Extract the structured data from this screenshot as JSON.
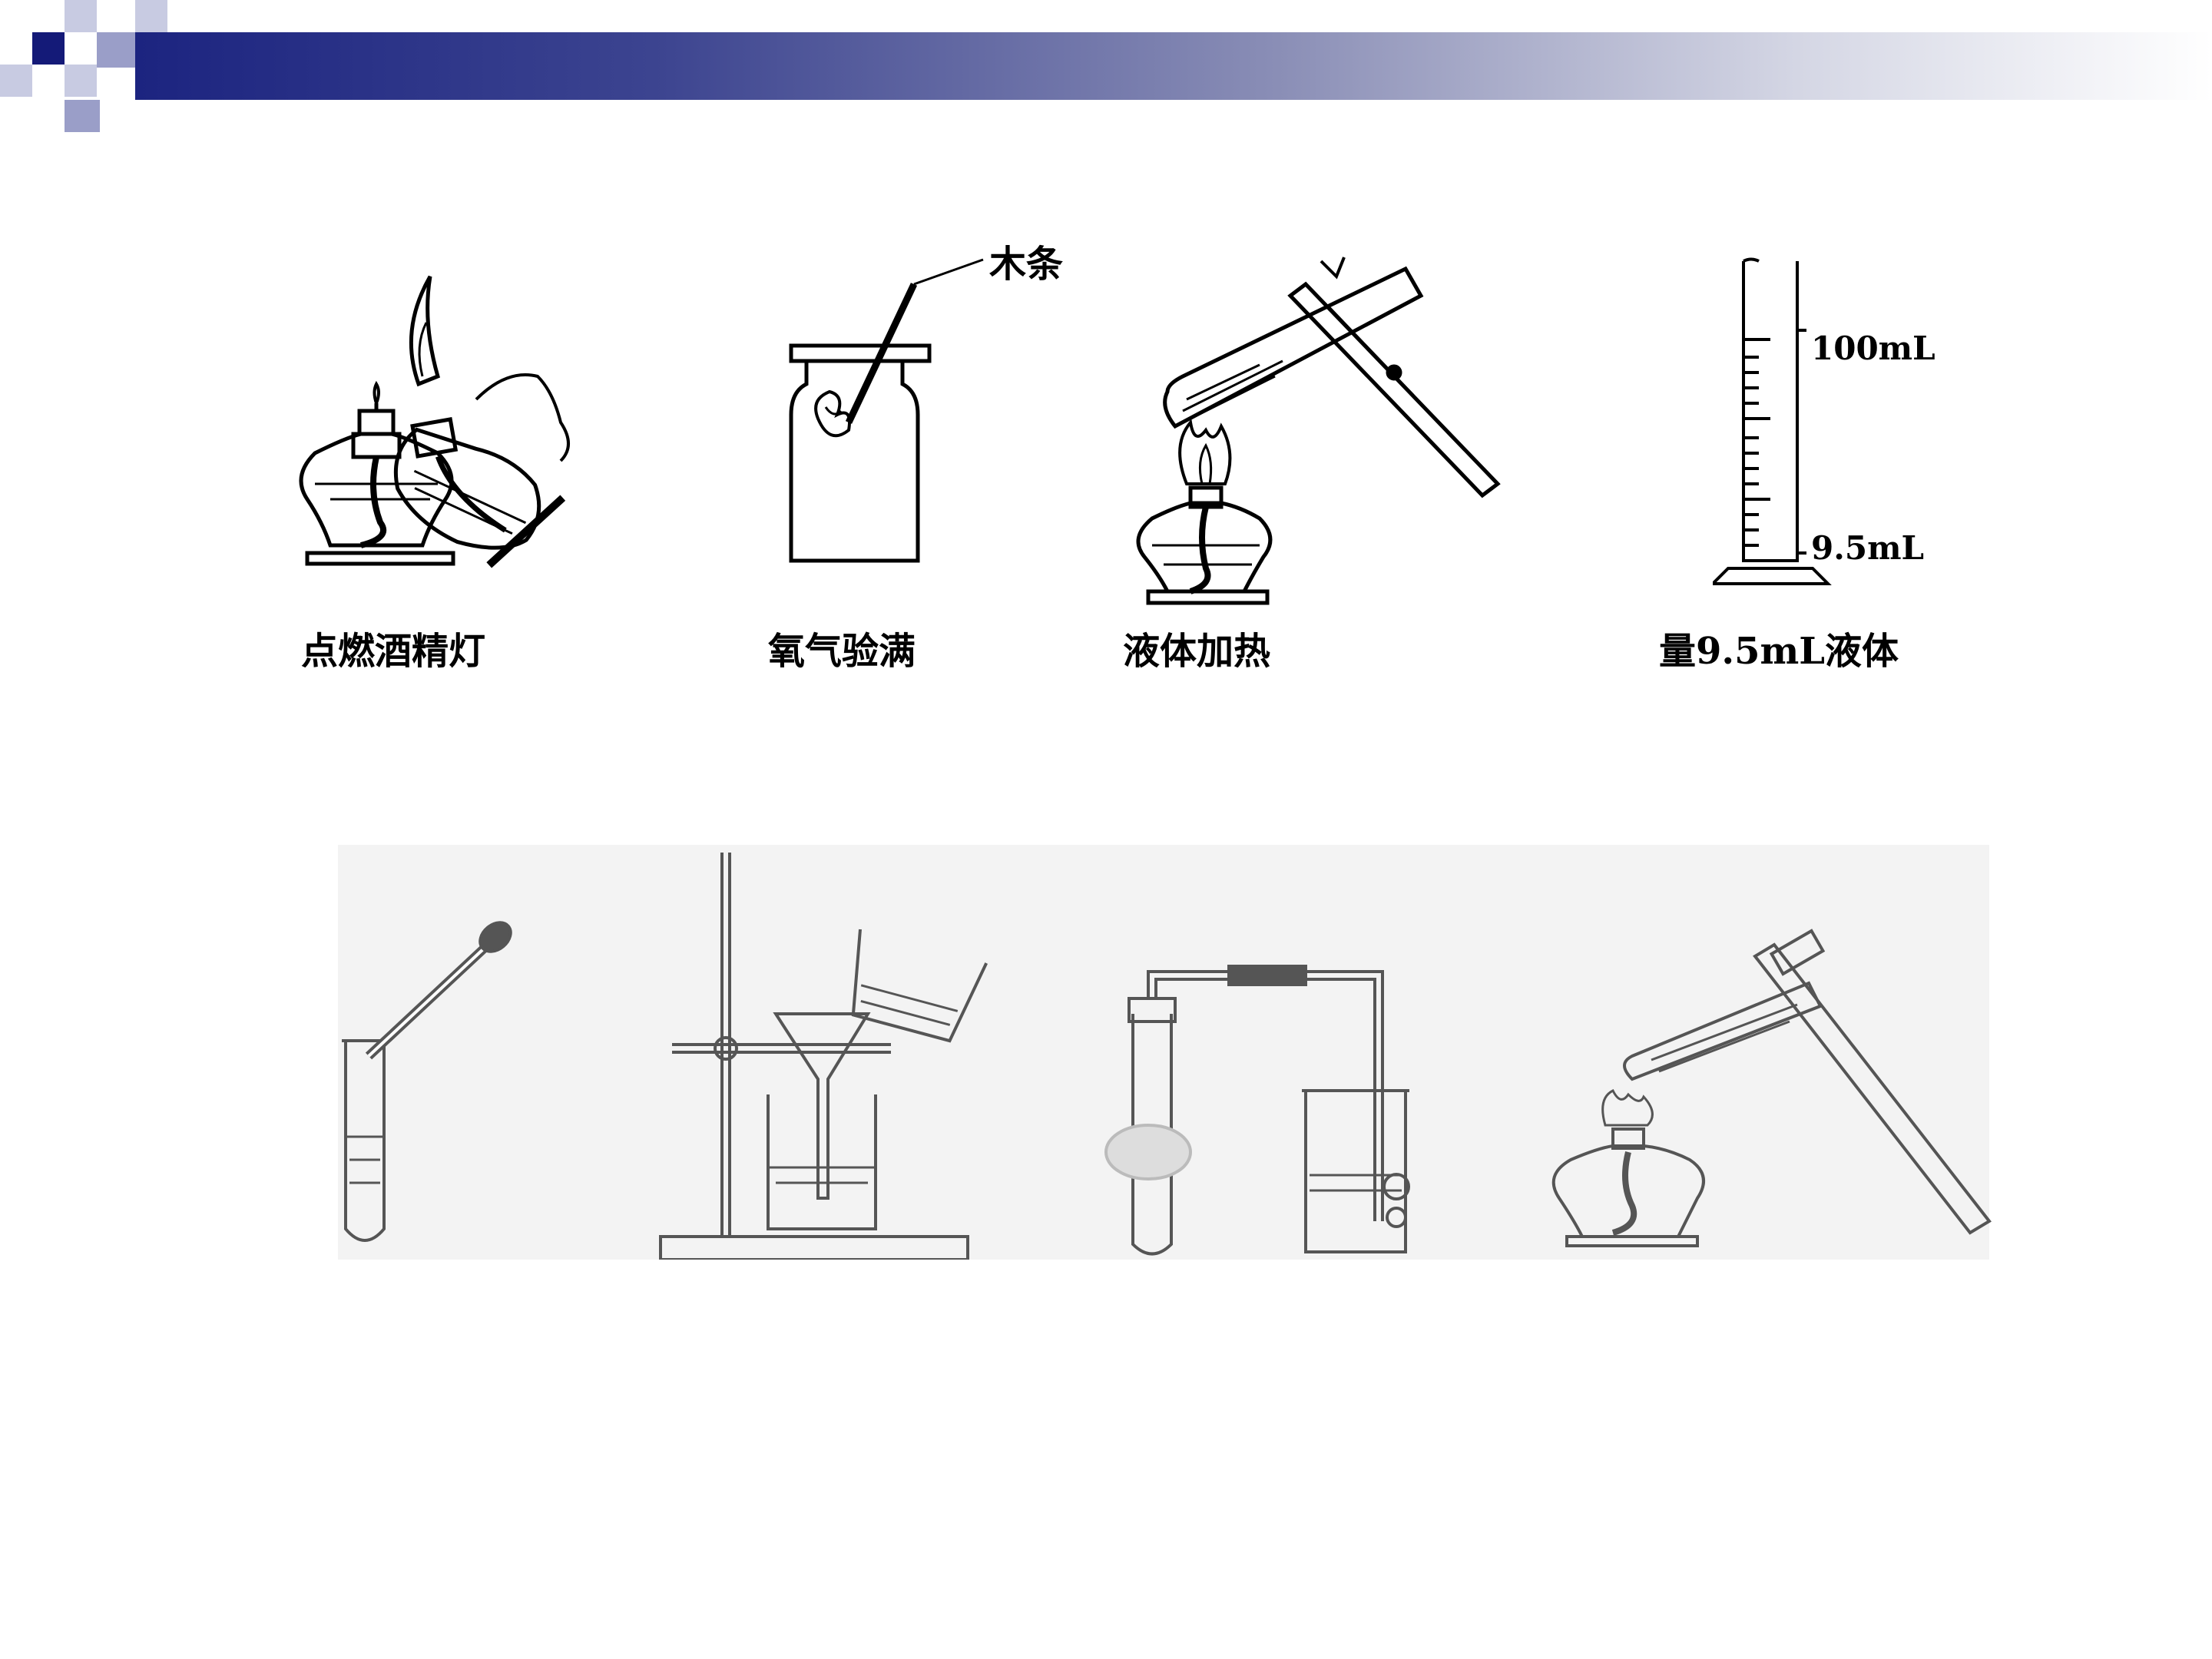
{
  "top_row": {
    "captions": {
      "light_lamp": "点燃酒精灯",
      "oxygen_test": "氧气验满",
      "heat_liquid": "液体加热",
      "measure_liquid": "量9.5mL液体"
    },
    "labels": {
      "wood_stick": "木条",
      "cylinder_top": "100mL",
      "cylinder_level": "9.5mL"
    }
  },
  "colors": {
    "title_bar_dark": "#1c2480",
    "line": "#000000",
    "photo_line": "#555555"
  }
}
